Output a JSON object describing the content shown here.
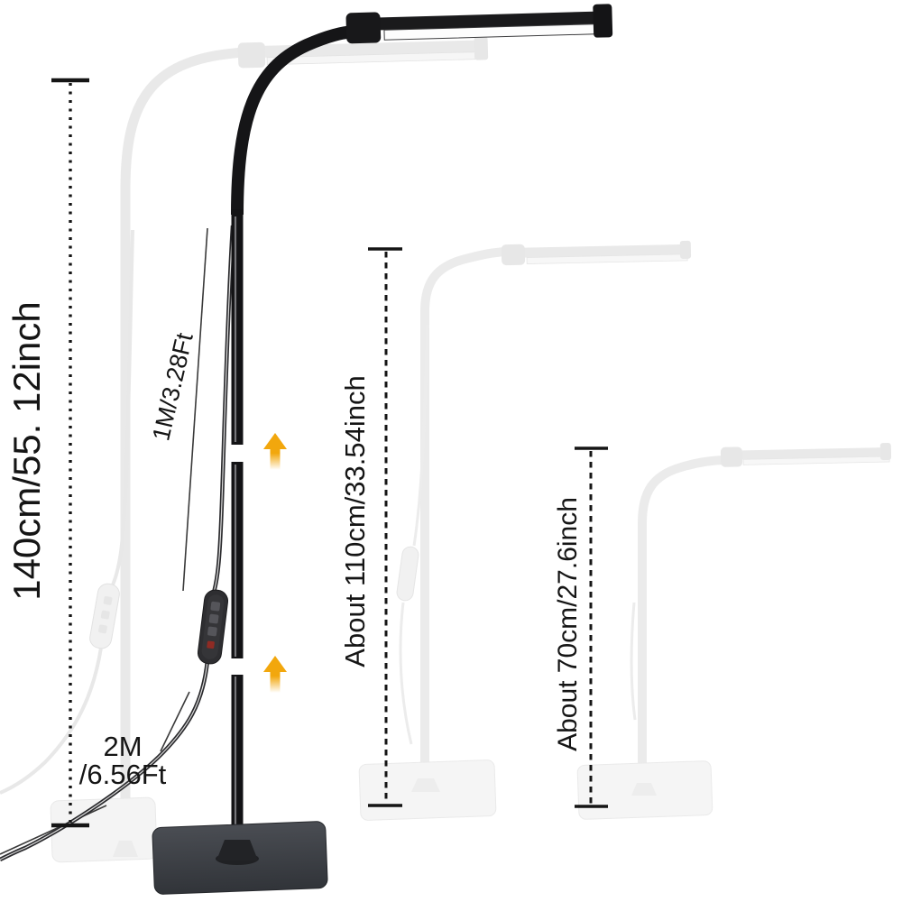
{
  "title": "Adjustable LED floor lamp height dimension diagram",
  "labels": {
    "total_height": "140cm/55. 12inch",
    "pole_length": "1M/3.28Ft",
    "mid_height": "About 110cm/33.54inch",
    "low_height": "About 70cm/27.6inch",
    "cord_length_line1": "2M",
    "cord_length_line2": "/6.56Ft"
  },
  "icons": {
    "up_arrow_upper": "up-arrow",
    "up_arrow_lower": "up-arrow"
  },
  "colors": {
    "background": "#ffffff",
    "text": "#151515",
    "lamp_black": "#161618",
    "ghost_gray": "#e9e9e9",
    "arrow_gold": "#f2a70d",
    "base_dark": "#3a3d43",
    "led_white": "#fdfdfd",
    "switch_red": "#8f2b24"
  }
}
